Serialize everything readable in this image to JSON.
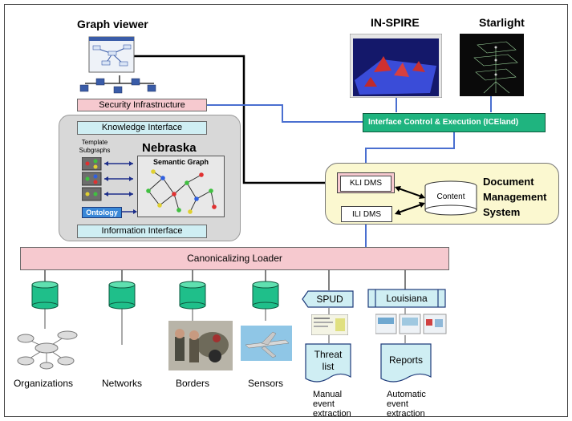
{
  "titles": {
    "graph_viewer": "Graph viewer",
    "inspire": "IN-SPIRE",
    "starlight": "Starlight"
  },
  "security": "Security Infrastructure",
  "knowledge_interface": "Knowledge Interface",
  "information_interface": "Information Interface",
  "nebraska": {
    "title": "Nebraska",
    "template_subgraphs": "Template Subgraphs",
    "semantic_graph": "Semantic Graph",
    "ontology": "Ontology"
  },
  "ice": "Interface Control & Execution (ICEland)",
  "dms": {
    "title_line1": "Document",
    "title_line2": "Management",
    "title_line3": "System",
    "kli": "KLI DMS",
    "ili": "ILI DMS",
    "content": "Content"
  },
  "loader": "Canonicalizing Loader",
  "sources": [
    {
      "label": "Organizations"
    },
    {
      "label": "Networks"
    },
    {
      "label": "Borders"
    },
    {
      "label": "Sensors"
    }
  ],
  "spud": {
    "label": "SPUD",
    "doc": "Threat list",
    "caption": "Manual event extraction"
  },
  "louisiana": {
    "label": "Louisiana",
    "doc": "Reports",
    "caption": "Automatic event extraction"
  },
  "colors": {
    "pink": "#f6c9cf",
    "cyan": "#cfeef3",
    "green_db": "#1fbf8a",
    "ice_green": "#1fb47f",
    "dms_yellow": "#fbf8d0",
    "wire_blue": "#4a6fd0"
  }
}
